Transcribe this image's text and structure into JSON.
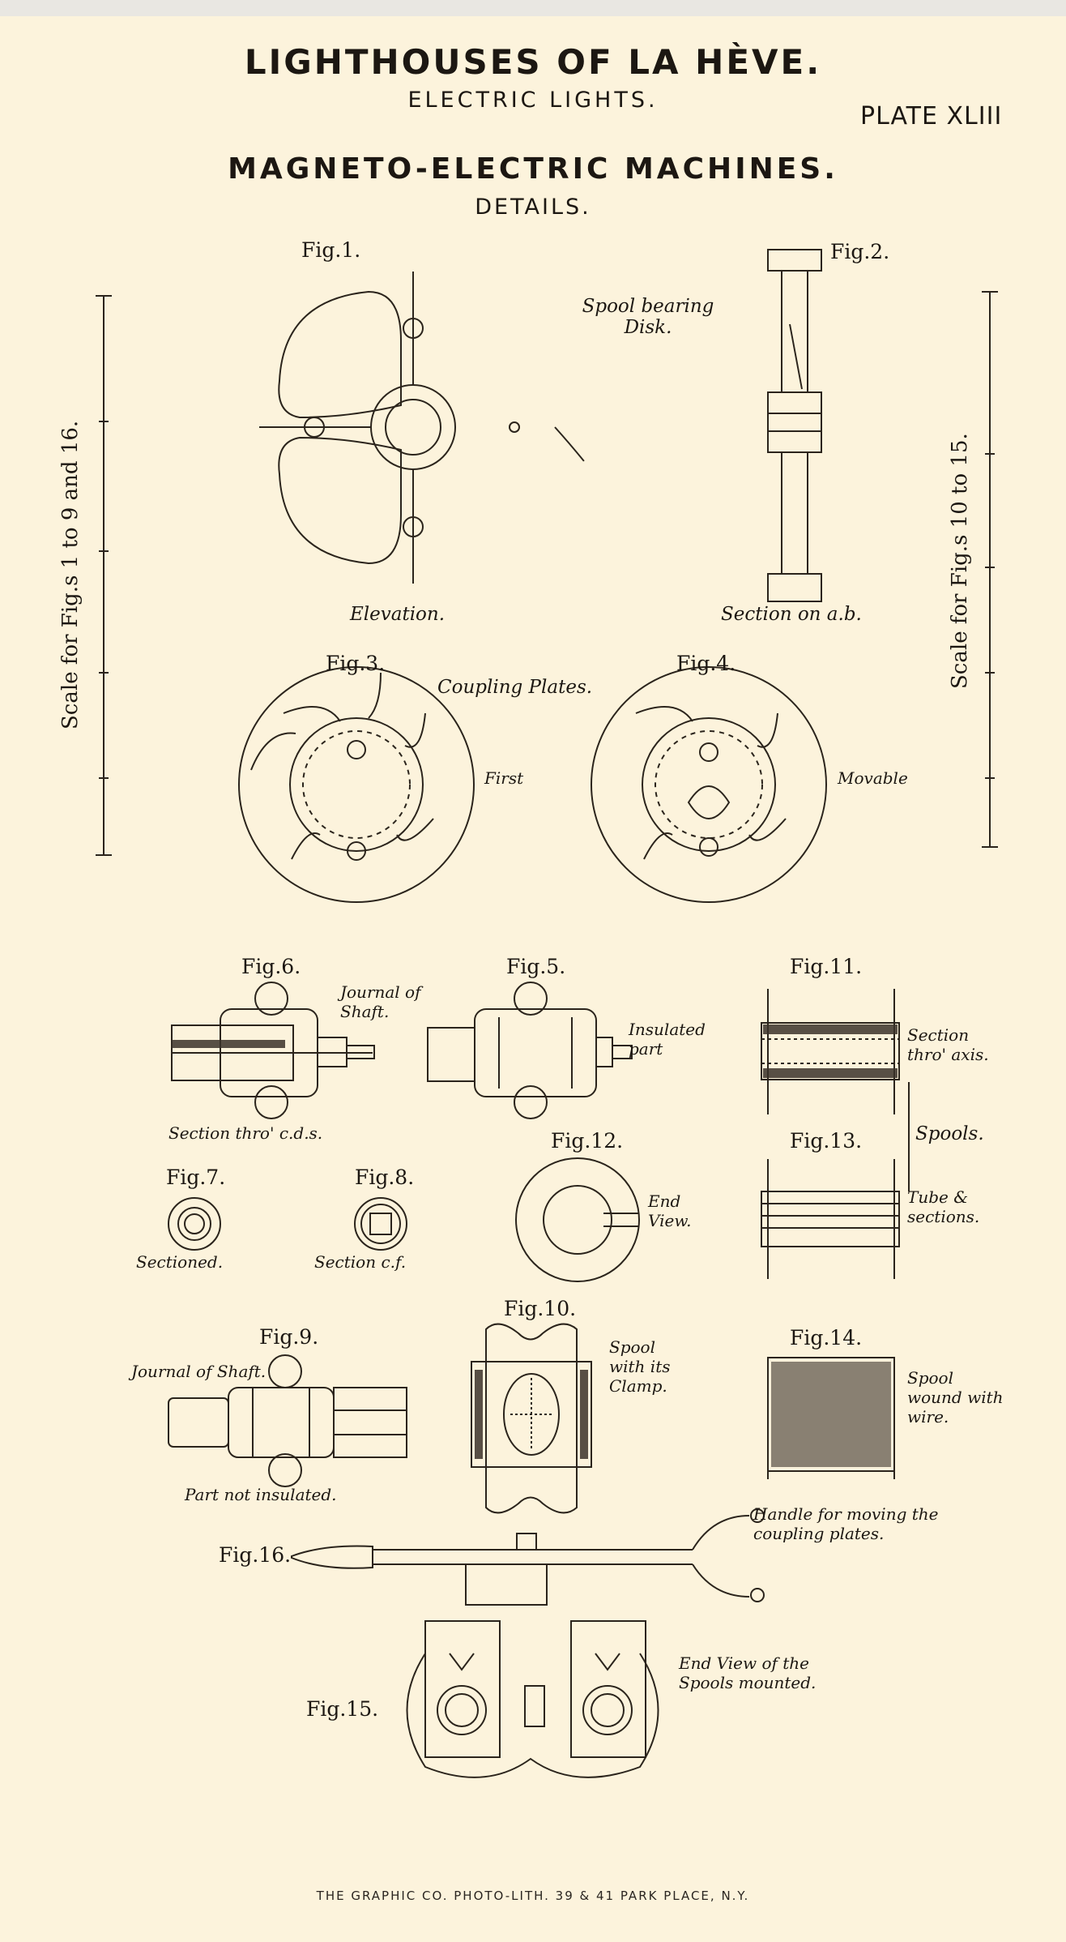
{
  "header": {
    "title": "LIGHTHOUSES OF LA HÈVE.",
    "subtitle": "ELECTRIC LIGHTS.",
    "plate": "PLATE XLIII",
    "section_title": "MAGNETO-ELECTRIC MACHINES.",
    "section_subtitle": "DETAILS."
  },
  "scales": {
    "left_label": "Scale for Fig.s 1 to 9 and 16.",
    "right_label": "Scale for Fig.s 10 to 15."
  },
  "figures": [
    {
      "label": "Fig.1.",
      "caption": "Spool bearing Disk.",
      "sub": "Elevation."
    },
    {
      "label": "Fig.2.",
      "caption": "Section on a.b."
    },
    {
      "label": "Fig.3.",
      "caption": "Coupling Plates.",
      "sub": "First"
    },
    {
      "label": "Fig.4.",
      "sub": "Movable"
    },
    {
      "label": "Fig.5.",
      "caption": "Insulated part"
    },
    {
      "label": "Fig.6.",
      "caption": "Journal of Shaft.",
      "sub": "Section thro' c.d.s."
    },
    {
      "label": "Fig.7.",
      "caption": "Sectioned."
    },
    {
      "label": "Fig.8.",
      "caption": "Section c.f."
    },
    {
      "label": "Fig.9.",
      "caption": "Journal of Shaft.",
      "sub": "Part not insulated."
    },
    {
      "label": "Fig.10.",
      "caption": "Spool with its Clamp."
    },
    {
      "label": "Fig.11.",
      "caption": "Section thro' axis."
    },
    {
      "label": "Fig.12.",
      "caption": "End View."
    },
    {
      "label": "Fig.13.",
      "caption": "Tube & sections."
    },
    {
      "label": "Fig.14.",
      "caption": "Spool wound with wire."
    },
    {
      "label": "Fig.15.",
      "caption": "End View of the Spools mounted."
    },
    {
      "label": "Fig.16.",
      "caption": "Handle for moving the coupling plates."
    }
  ],
  "spools_label": "Spools.",
  "imprint": "THE GRAPHIC CO. PHOTO-LITH. 39 & 41 PARK PLACE, N.Y."
}
